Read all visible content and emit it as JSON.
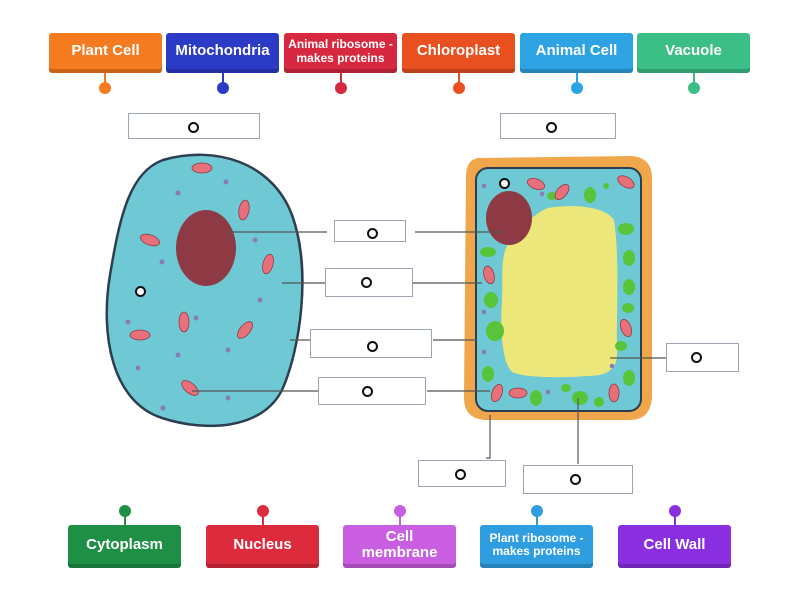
{
  "labels_top": [
    {
      "text": "Plant Cell",
      "color": "#f47b20"
    },
    {
      "text": "Mitochondria",
      "color": "#2b3bc5"
    },
    {
      "text": "Animal ribosome - makes proteins",
      "color": "#d6283f"
    },
    {
      "text": "Chloroplast",
      "color": "#e8501f"
    },
    {
      "text": "Animal Cell",
      "color": "#2ea3e3"
    },
    {
      "text": "Vacuole",
      "color": "#3cbf86"
    }
  ],
  "labels_bottom": [
    {
      "text": "Cytoplasm",
      "color": "#1f8f45"
    },
    {
      "text": "Nucleus",
      "color": "#db2b3d"
    },
    {
      "text": "Cell membrane",
      "color": "#c95fe0"
    },
    {
      "text": "Plant ribosome - makes proteins",
      "color": "#2f9ee0"
    },
    {
      "text": "Cell Wall",
      "color": "#8a2fe0"
    }
  ],
  "colors": {
    "cytoplasm": "#6ec9d4",
    "cell_outline": "#2c3e50",
    "nucleus": "#8e3a45",
    "cell_wall": "#f0a64a",
    "vacuole": "#ece77a",
    "chloroplast": "#58c43a",
    "mitochondria": "#e8707a",
    "ribosome": "#8a7ab8",
    "leader_line": "#555555"
  }
}
